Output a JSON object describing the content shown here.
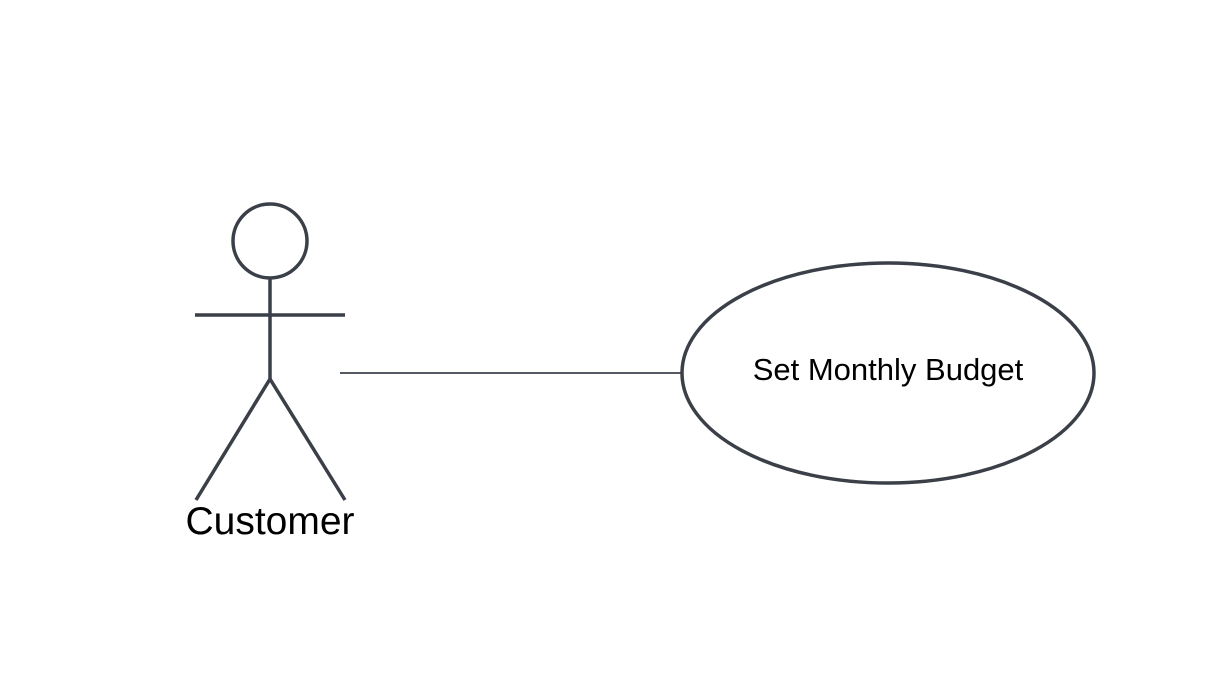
{
  "diagram": {
    "type": "uml-use-case",
    "actor": {
      "label": "Customer",
      "icon": "stick-figure-icon"
    },
    "use_case": {
      "label": "Set Monthly Budget"
    },
    "association": {
      "from": "Customer",
      "to": "Set Monthly Budget"
    },
    "colors": {
      "stroke": "#3a3f48",
      "connector": "#555a62",
      "text": "#000000",
      "background": "#ffffff"
    }
  }
}
